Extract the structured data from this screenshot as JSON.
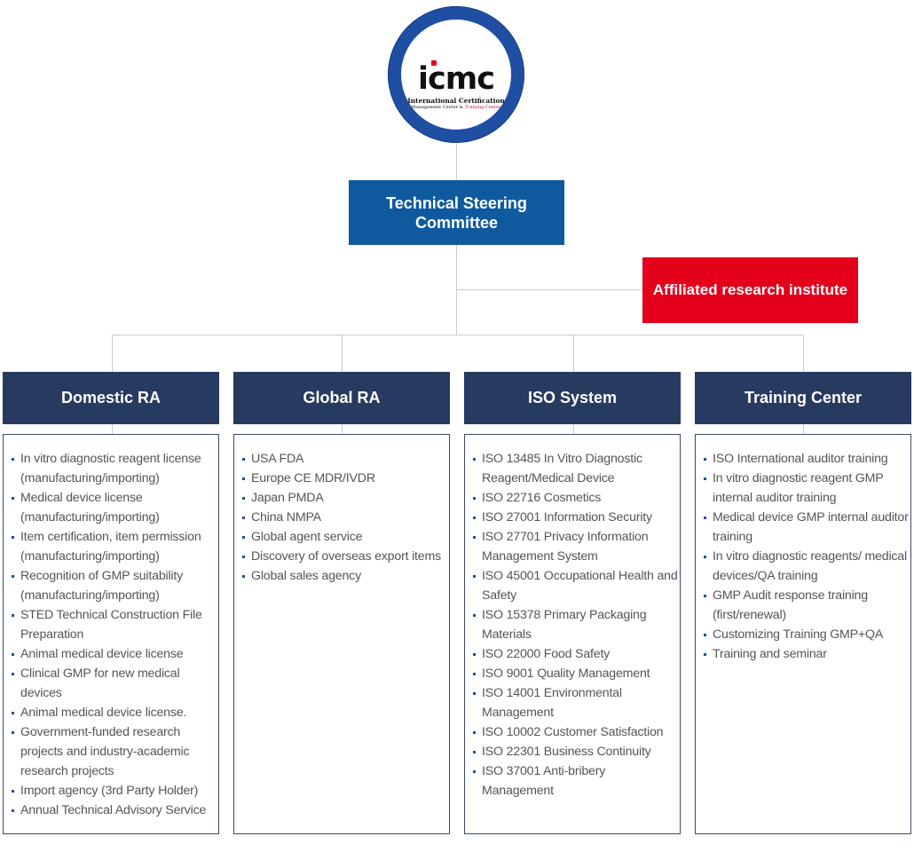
{
  "logo": {
    "mark": "icmc",
    "line1": "International Certification",
    "line2_a": "Management Center &",
    "line2_b": "Training Center"
  },
  "steering": {
    "label": "Technical Steering Committee"
  },
  "affiliate": {
    "label": "Affiliated research institute"
  },
  "departments": [
    {
      "title": "Domestic RA",
      "items": [
        "In vitro diagnostic reagent license (manufacturing/importing)",
        "Medical device license (manufacturing/importing)",
        "Item certification, item permission (manufacturing/importing)",
        "Recognition of GMP suitability (manufacturing/importing)",
        "STED Technical Construction File Preparation",
        "Animal medical device license",
        "Clinical GMP for new medical devices",
        "Animal medical device license.",
        "Government-funded research projects and industry-academic research projects",
        "Import agency (3rd Party Holder)",
        "Annual Technical Advisory Service"
      ]
    },
    {
      "title": "Global RA",
      "items": [
        "USA FDA",
        "Europe CE MDR/IVDR",
        "Japan PMDA",
        "China NMPA",
        "Global agent service",
        "Discovery of overseas export items",
        "Global sales agency"
      ]
    },
    {
      "title": "ISO System",
      "items": [
        "ISO 13485 In Vitro Diagnostic Reagent/Medical Device",
        "ISO 22716 Cosmetics",
        "ISO 27001 Information Security",
        "ISO 27701 Privacy Information Management System",
        "ISO 45001 Occupational Health and Safety",
        "ISO 15378 Primary Packaging Materials",
        "ISO 22000 Food Safety",
        "ISO 9001 Quality Management",
        "ISO 14001 Environmental Management",
        "ISO 10002 Customer Satisfaction",
        "ISO 22301 Business Continuity",
        "ISO 37001 Anti-bribery Management"
      ]
    },
    {
      "title": "Training Center",
      "items": [
        "ISO International auditor training",
        "In vitro diagnostic reagent GMP internal auditor training",
        "Medical device GMP internal auditor training",
        "In vitro diagnostic reagents/ medical devices/QA training",
        "GMP Audit response training (first/renewal)",
        "Customizing Training GMP+QA",
        "Training and seminar"
      ]
    }
  ],
  "colors": {
    "logo_ring": "#1f4fa3",
    "steering": "#0f5a9e",
    "affiliate": "#e4001b",
    "dept_header": "#273a60",
    "bullet": "#1f4fa3",
    "connector": "#cccccc"
  }
}
